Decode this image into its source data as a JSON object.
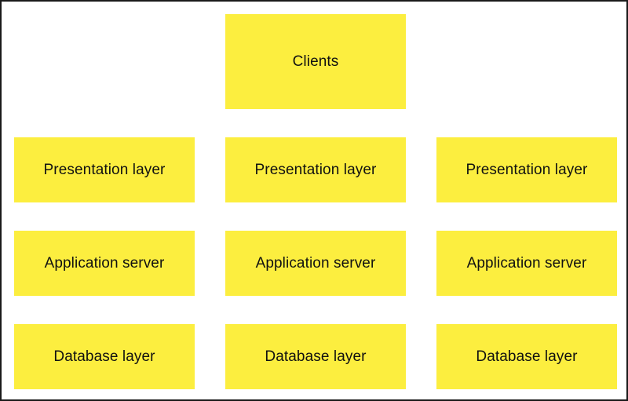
{
  "colors": {
    "box_fill": "#fcee3f",
    "border": "#1a1a1a",
    "text": "#111111",
    "background": "#ffffff"
  },
  "clients": {
    "label": "Clients"
  },
  "columns": [
    {
      "presentation": "Presentation layer",
      "application": "Application server",
      "database": "Database layer"
    },
    {
      "presentation": "Presentation layer",
      "application": "Application server",
      "database": "Database layer"
    },
    {
      "presentation": "Presentation layer",
      "application": "Application server",
      "database": "Database layer"
    }
  ]
}
